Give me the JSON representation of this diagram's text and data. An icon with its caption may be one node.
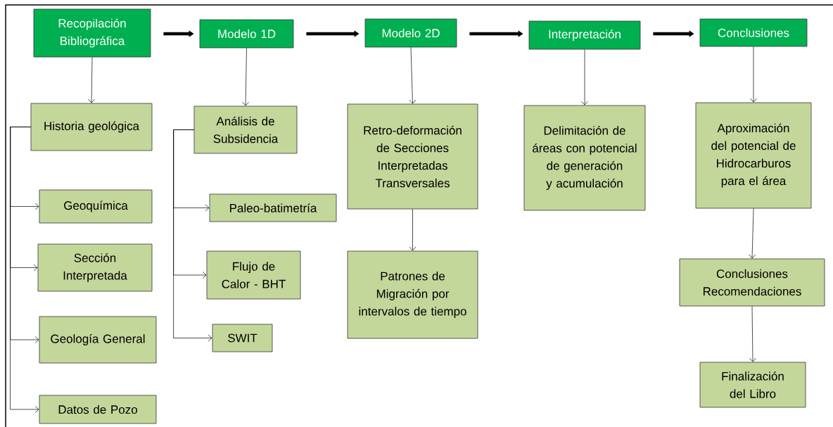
{
  "diagram": {
    "nodes": [
      {
        "text": [
          "Recopilación Bibliográfica"
        ]
      },
      {
        "text": [
          "Modelo 1D"
        ]
      },
      {
        "text": [
          "Modelo 2D"
        ]
      },
      {
        "text": [
          "Interpretación"
        ]
      },
      {
        "text": [
          "Conclusiones"
        ]
      },
      {
        "text": [
          "Historia geológica"
        ]
      },
      {
        "text": [
          "Geoquímica"
        ]
      },
      {
        "text": [
          "Sección Interpretada"
        ]
      },
      {
        "text": [
          "Geología General"
        ]
      },
      {
        "text": [
          "Datos de Pozo"
        ]
      },
      {
        "text": [
          "Análisis de Subsidencia"
        ]
      },
      {
        "text": [
          "Paleo-batimetría"
        ]
      },
      {
        "text": [
          "Flujo de Calor - BHT"
        ]
      },
      {
        "text": [
          "SWIT"
        ]
      },
      {
        "text": [
          "Retro-deformación de Secciones Interpretadas Transversales"
        ]
      },
      {
        "text": [
          "Patrones de Migración por intervalos de tiempo"
        ]
      },
      {
        "text": [
          "Delimitación de áreas con potencial de generación y acumulación"
        ]
      },
      {
        "text": [
          "Aproximación del potencial de Hidrocarburos para el área"
        ]
      },
      {
        "text": [
          "Conclusiones Recomendaciones"
        ]
      },
      {
        "text": [
          "Finalización del Libro"
        ]
      }
    ],
    "edges": [
      {
        "from": 0,
        "to": 1,
        "arrow": "to",
        "style": "thick"
      },
      {
        "from": 1,
        "to": 2,
        "arrow": "to",
        "style": "thick"
      },
      {
        "from": 2,
        "to": 3,
        "arrow": "to",
        "style": "thick"
      },
      {
        "from": 3,
        "to": 4,
        "arrow": "to",
        "style": "thick"
      },
      {
        "from": 0,
        "to": 5,
        "arrow": "to"
      },
      {
        "from": 5,
        "to": 6,
        "arrow": "to"
      },
      {
        "from": 5,
        "to": 7,
        "arrow": "to"
      },
      {
        "from": 5,
        "to": 8,
        "arrow": "to"
      },
      {
        "from": 5,
        "to": 9,
        "arrow": "to"
      },
      {
        "from": 1,
        "to": 10,
        "arrow": "to"
      },
      {
        "from": 10,
        "to": 11,
        "arrow": "to"
      },
      {
        "from": 10,
        "to": 12,
        "arrow": "to"
      },
      {
        "from": 10,
        "to": 13,
        "arrow": "to"
      },
      {
        "from": 2,
        "to": 14,
        "arrow": "to"
      },
      {
        "from": 14,
        "to": 15,
        "arrow": "to"
      },
      {
        "from": 3,
        "to": 16,
        "arrow": "to"
      },
      {
        "from": 4,
        "to": 17,
        "arrow": "to"
      },
      {
        "from": 17,
        "to": 18,
        "arrow": "to"
      },
      {
        "from": 18,
        "to": 19,
        "arrow": "to"
      }
    ]
  }
}
